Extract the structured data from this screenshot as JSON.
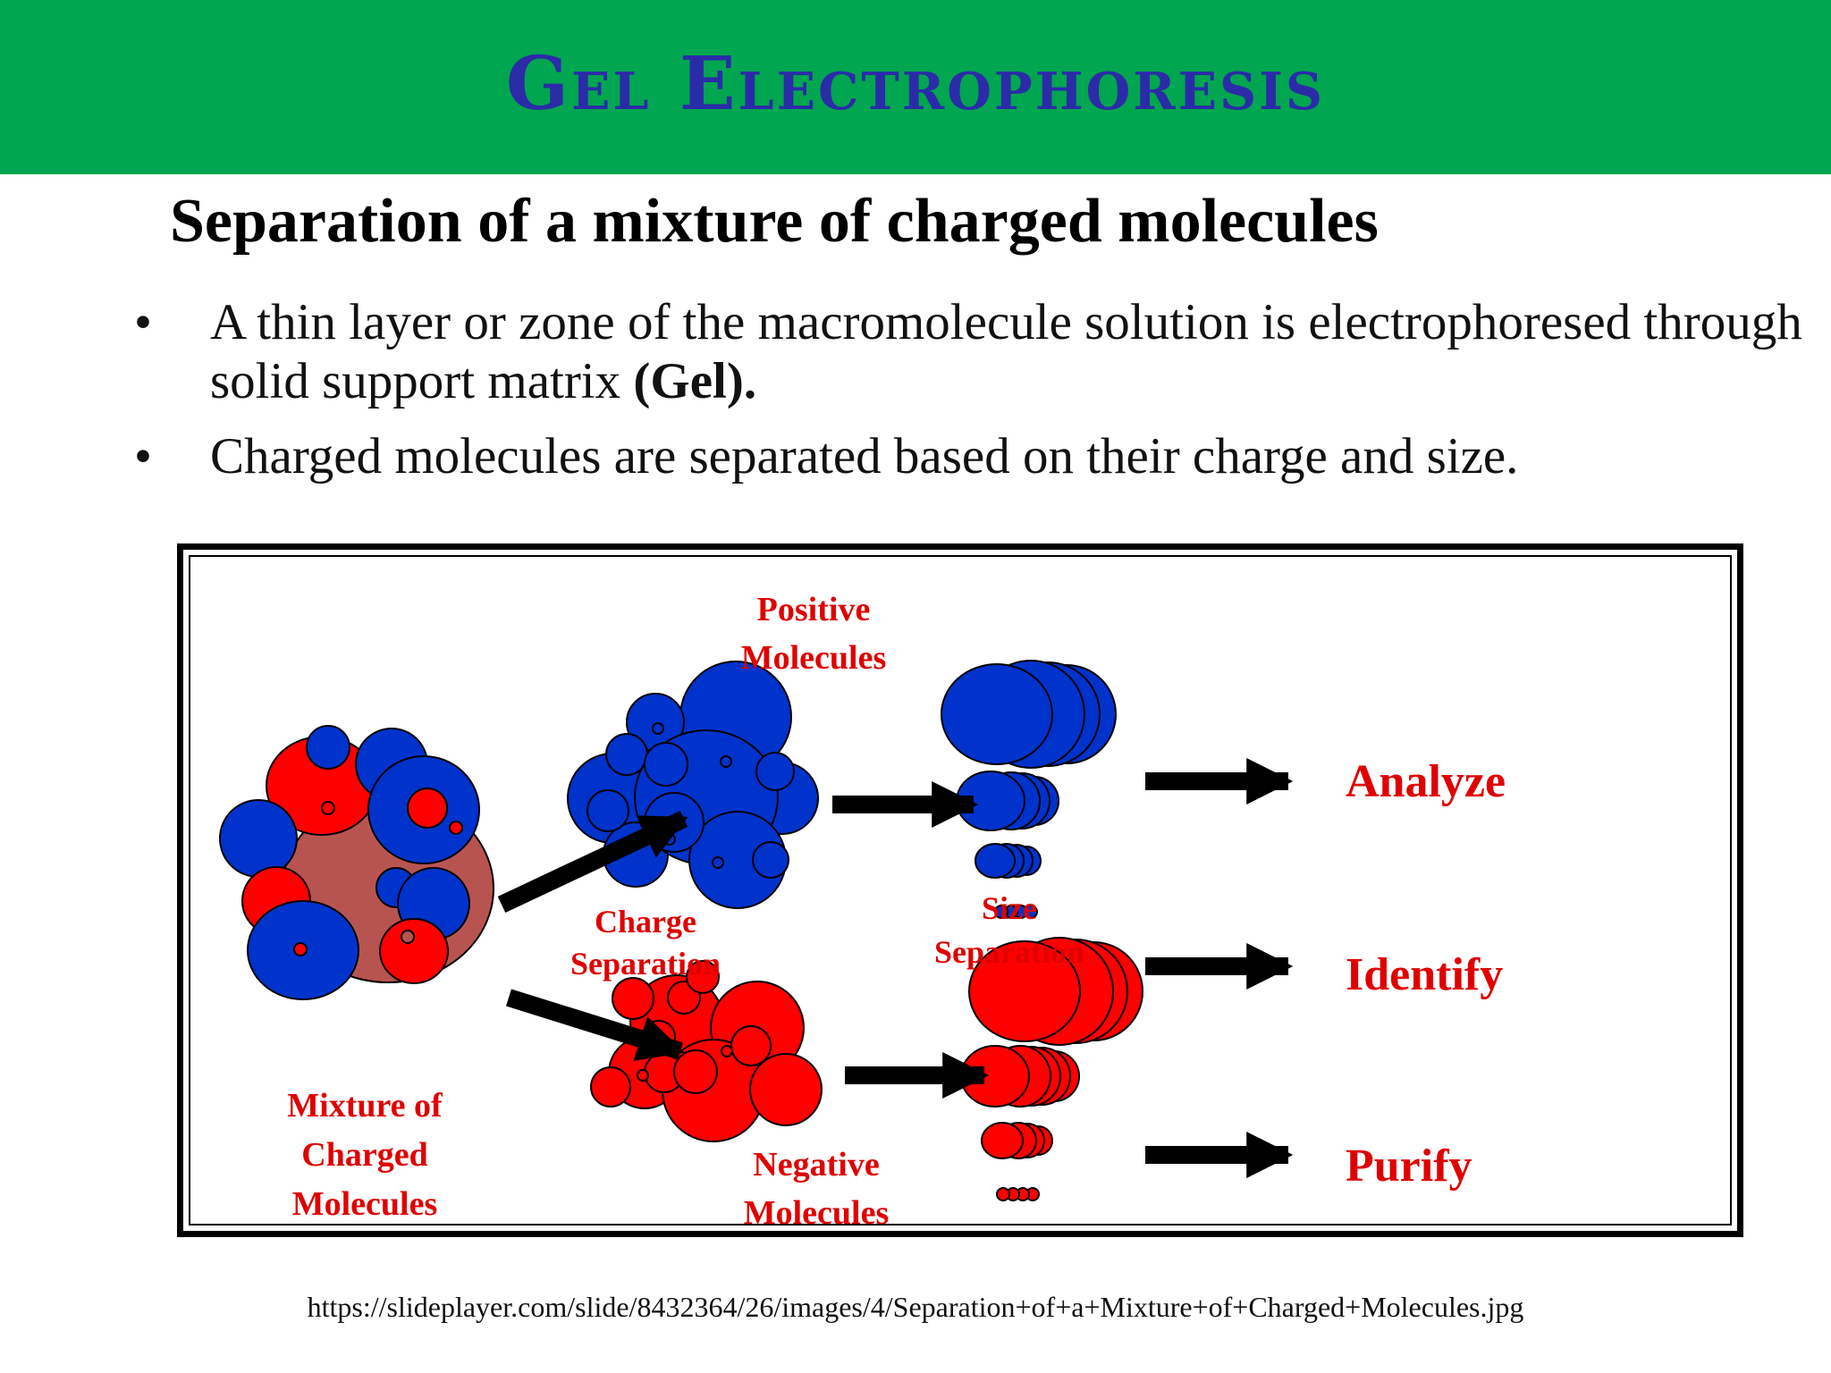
{
  "slide": {
    "title": "Gel Electrophoresis",
    "subtitle": "Separation of a mixture of  charged molecules",
    "bullets": [
      {
        "text": "A thin layer or zone of the macromolecule solution is electrophoresed through solid support matrix ",
        "bold": "(Gel)."
      },
      {
        "text": "Charged molecules are separated based on their charge and size.",
        "bold": ""
      }
    ],
    "bullet_glyph": "•",
    "source": "https://slideplayer.com/slide/8432364/26/images/4/Separation+of+a+Mixture+of+Charged+Molecules.jpg"
  },
  "diagram": {
    "colors": {
      "positive": "#0033cc",
      "negative": "#ff0000",
      "mixed": "#b85450",
      "label": "#e00000",
      "arrow": "#000000"
    },
    "labels": {
      "mixture": [
        "Mixture of",
        "Charged",
        "Molecules"
      ],
      "positive": [
        "Positive",
        "Molecules"
      ],
      "negative": [
        "Negative",
        "Molecules"
      ],
      "charge_sep": [
        "Charge",
        "Separation"
      ],
      "size_sep": [
        "Size",
        "Separation"
      ],
      "analyze": "Analyze",
      "identify": "Identify",
      "purify": "Purify"
    }
  }
}
